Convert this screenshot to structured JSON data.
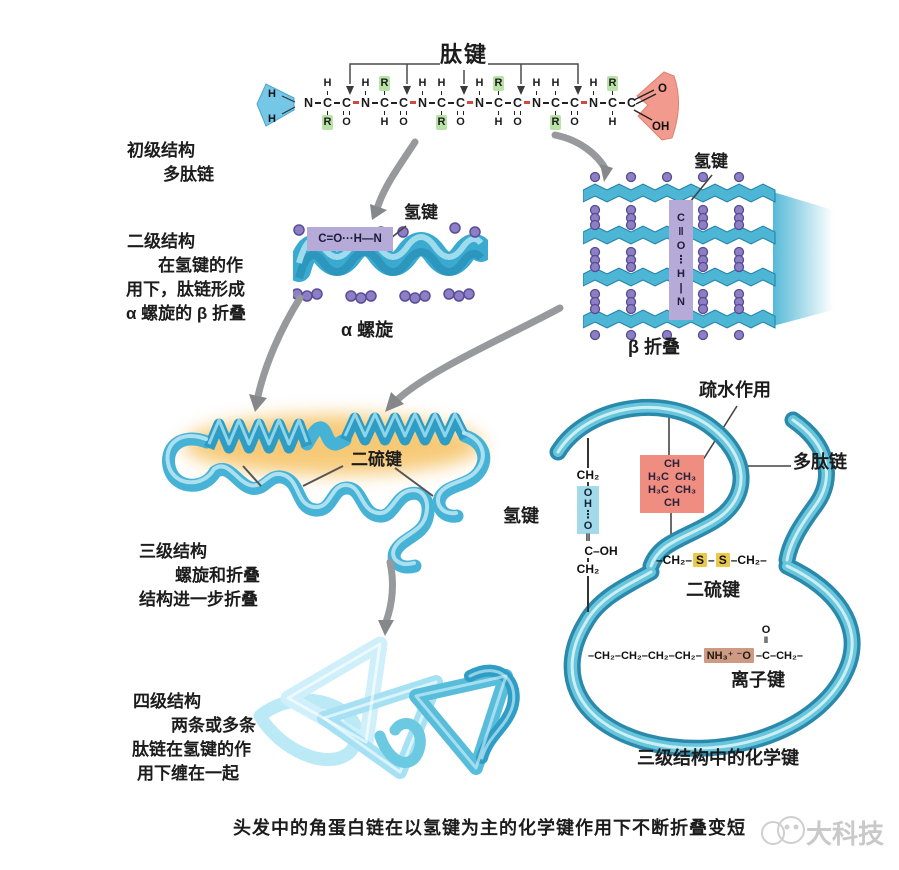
{
  "palette": {
    "ribbon_teal": "#46b2d6",
    "bead_purple": "#8e7fc4",
    "label_purple": "#b6aad9",
    "r_green": "#b8e2a6",
    "amino_blue": "#74c7e7",
    "carboxyl_pink": "#f29a8d",
    "glow_orange": "#f6c469",
    "hydrophobic_red": "#ee8d80",
    "sulfur_yellow": "#e9c84e",
    "ionic_salmon": "#cd9a84",
    "hbond_blue": "#a4d9ea",
    "arrow_gray": "#97999c"
  },
  "labels": {
    "peptide_bond": "肽键",
    "primary_title": "初级结构",
    "primary_sub": "多肽链",
    "secondary_title": "二级结构",
    "secondary_l2": "在氢键的作",
    "secondary_l3": "用下，肽链形成",
    "secondary_l4": "α 螺旋的 β 折叠",
    "hbond_helix": "氢键",
    "alpha_helix": "α 螺旋",
    "hbond_beta": "氢键",
    "beta_sheet": "β 折叠",
    "tertiary_title": "三级结构",
    "tertiary_l2": "螺旋和折叠",
    "tertiary_l3": "结构进一步折叠",
    "disulfide_mid": "二硫键",
    "quaternary_title": "四级结构",
    "quaternary_l2": "两条或多条",
    "quaternary_l3": "肽链在氢键的作",
    "quaternary_l4": "用下缠在一起",
    "hydrophobic": "疏水作用",
    "polypeptide_chain": "多肽链",
    "hbond_right": "氢键",
    "disulfide_right": "二硫键",
    "ionic_bond": "离子键",
    "right_caption": "三级结构中的化学键",
    "bottom_caption": "头发中的角蛋白链在以氢键为主的化学键作用下不断折叠变短",
    "watermark": "大科技",
    "helix_hbond_formula": "C=O···H—N"
  },
  "peptide_top": {
    "atoms": {
      "n": "N",
      "c": "C"
    },
    "amino": {
      "h1": "H",
      "h2": "H"
    },
    "terminal": {
      "o": "O",
      "oh": "OH"
    },
    "residues": [
      {
        "pb": "hide",
        "nvb": "hide",
        "n_top": "",
        "ca_top": "H",
        "ca_top_cls": "",
        "ca_bot": "R",
        "ca_bot_cls": "chip",
        "o": "O",
        "o_cls": ""
      },
      {
        "pb": "",
        "nvb": "",
        "n_top": "H",
        "ca_top": "R",
        "ca_top_cls": "chip",
        "ca_bot": "H",
        "ca_bot_cls": "",
        "o": "O",
        "o_cls": ""
      },
      {
        "pb": "",
        "nvb": "",
        "n_top": "H",
        "ca_top": "H",
        "ca_top_cls": "",
        "ca_bot": "R",
        "ca_bot_cls": "chip",
        "o": "O",
        "o_cls": ""
      },
      {
        "pb": "",
        "nvb": "",
        "n_top": "H",
        "ca_top": "R",
        "ca_top_cls": "chip",
        "ca_bot": "H",
        "ca_bot_cls": "",
        "o": "O",
        "o_cls": ""
      },
      {
        "pb": "",
        "nvb": "",
        "n_top": "H",
        "ca_top": "H",
        "ca_top_cls": "",
        "ca_bot": "R",
        "ca_bot_cls": "chip",
        "o": "O",
        "o_cls": ""
      },
      {
        "pb": "",
        "nvb": "",
        "n_top": "H",
        "ca_top": "R",
        "ca_top_cls": "chip",
        "ca_bot": "H",
        "ca_bot_cls": "",
        "o": "",
        "o_cls": "hide"
      }
    ]
  },
  "chemistry": {
    "beta_box_chars": [
      "C",
      "‖",
      "O",
      "⋮",
      "H",
      "|",
      "N"
    ],
    "left_chain": {
      "top": "CH₂",
      "box_chars": [
        "O",
        "H",
        "⋮",
        "O"
      ],
      "dbond": "‖",
      "mid": "C–OH",
      "bottom": "CH₂"
    },
    "hydrophobic_box": {
      "rows": [
        "CH",
        "H₃C  CH₃",
        "H₃C  CH₃",
        "CH"
      ]
    },
    "disulfide_chain": {
      "left": "–CH₂–",
      "s1": "S",
      "dash": "–",
      "s2": "S",
      "right": "–CH₂–"
    },
    "ionic_chain": {
      "left": "–CH₂–CH₂–CH₂–CH₂–",
      "box": "NH₃⁺ ⁻O",
      "dash": "–",
      "o_top": "O",
      "dbond": "‖",
      "c": "C",
      "right": "–CH₂–"
    }
  }
}
